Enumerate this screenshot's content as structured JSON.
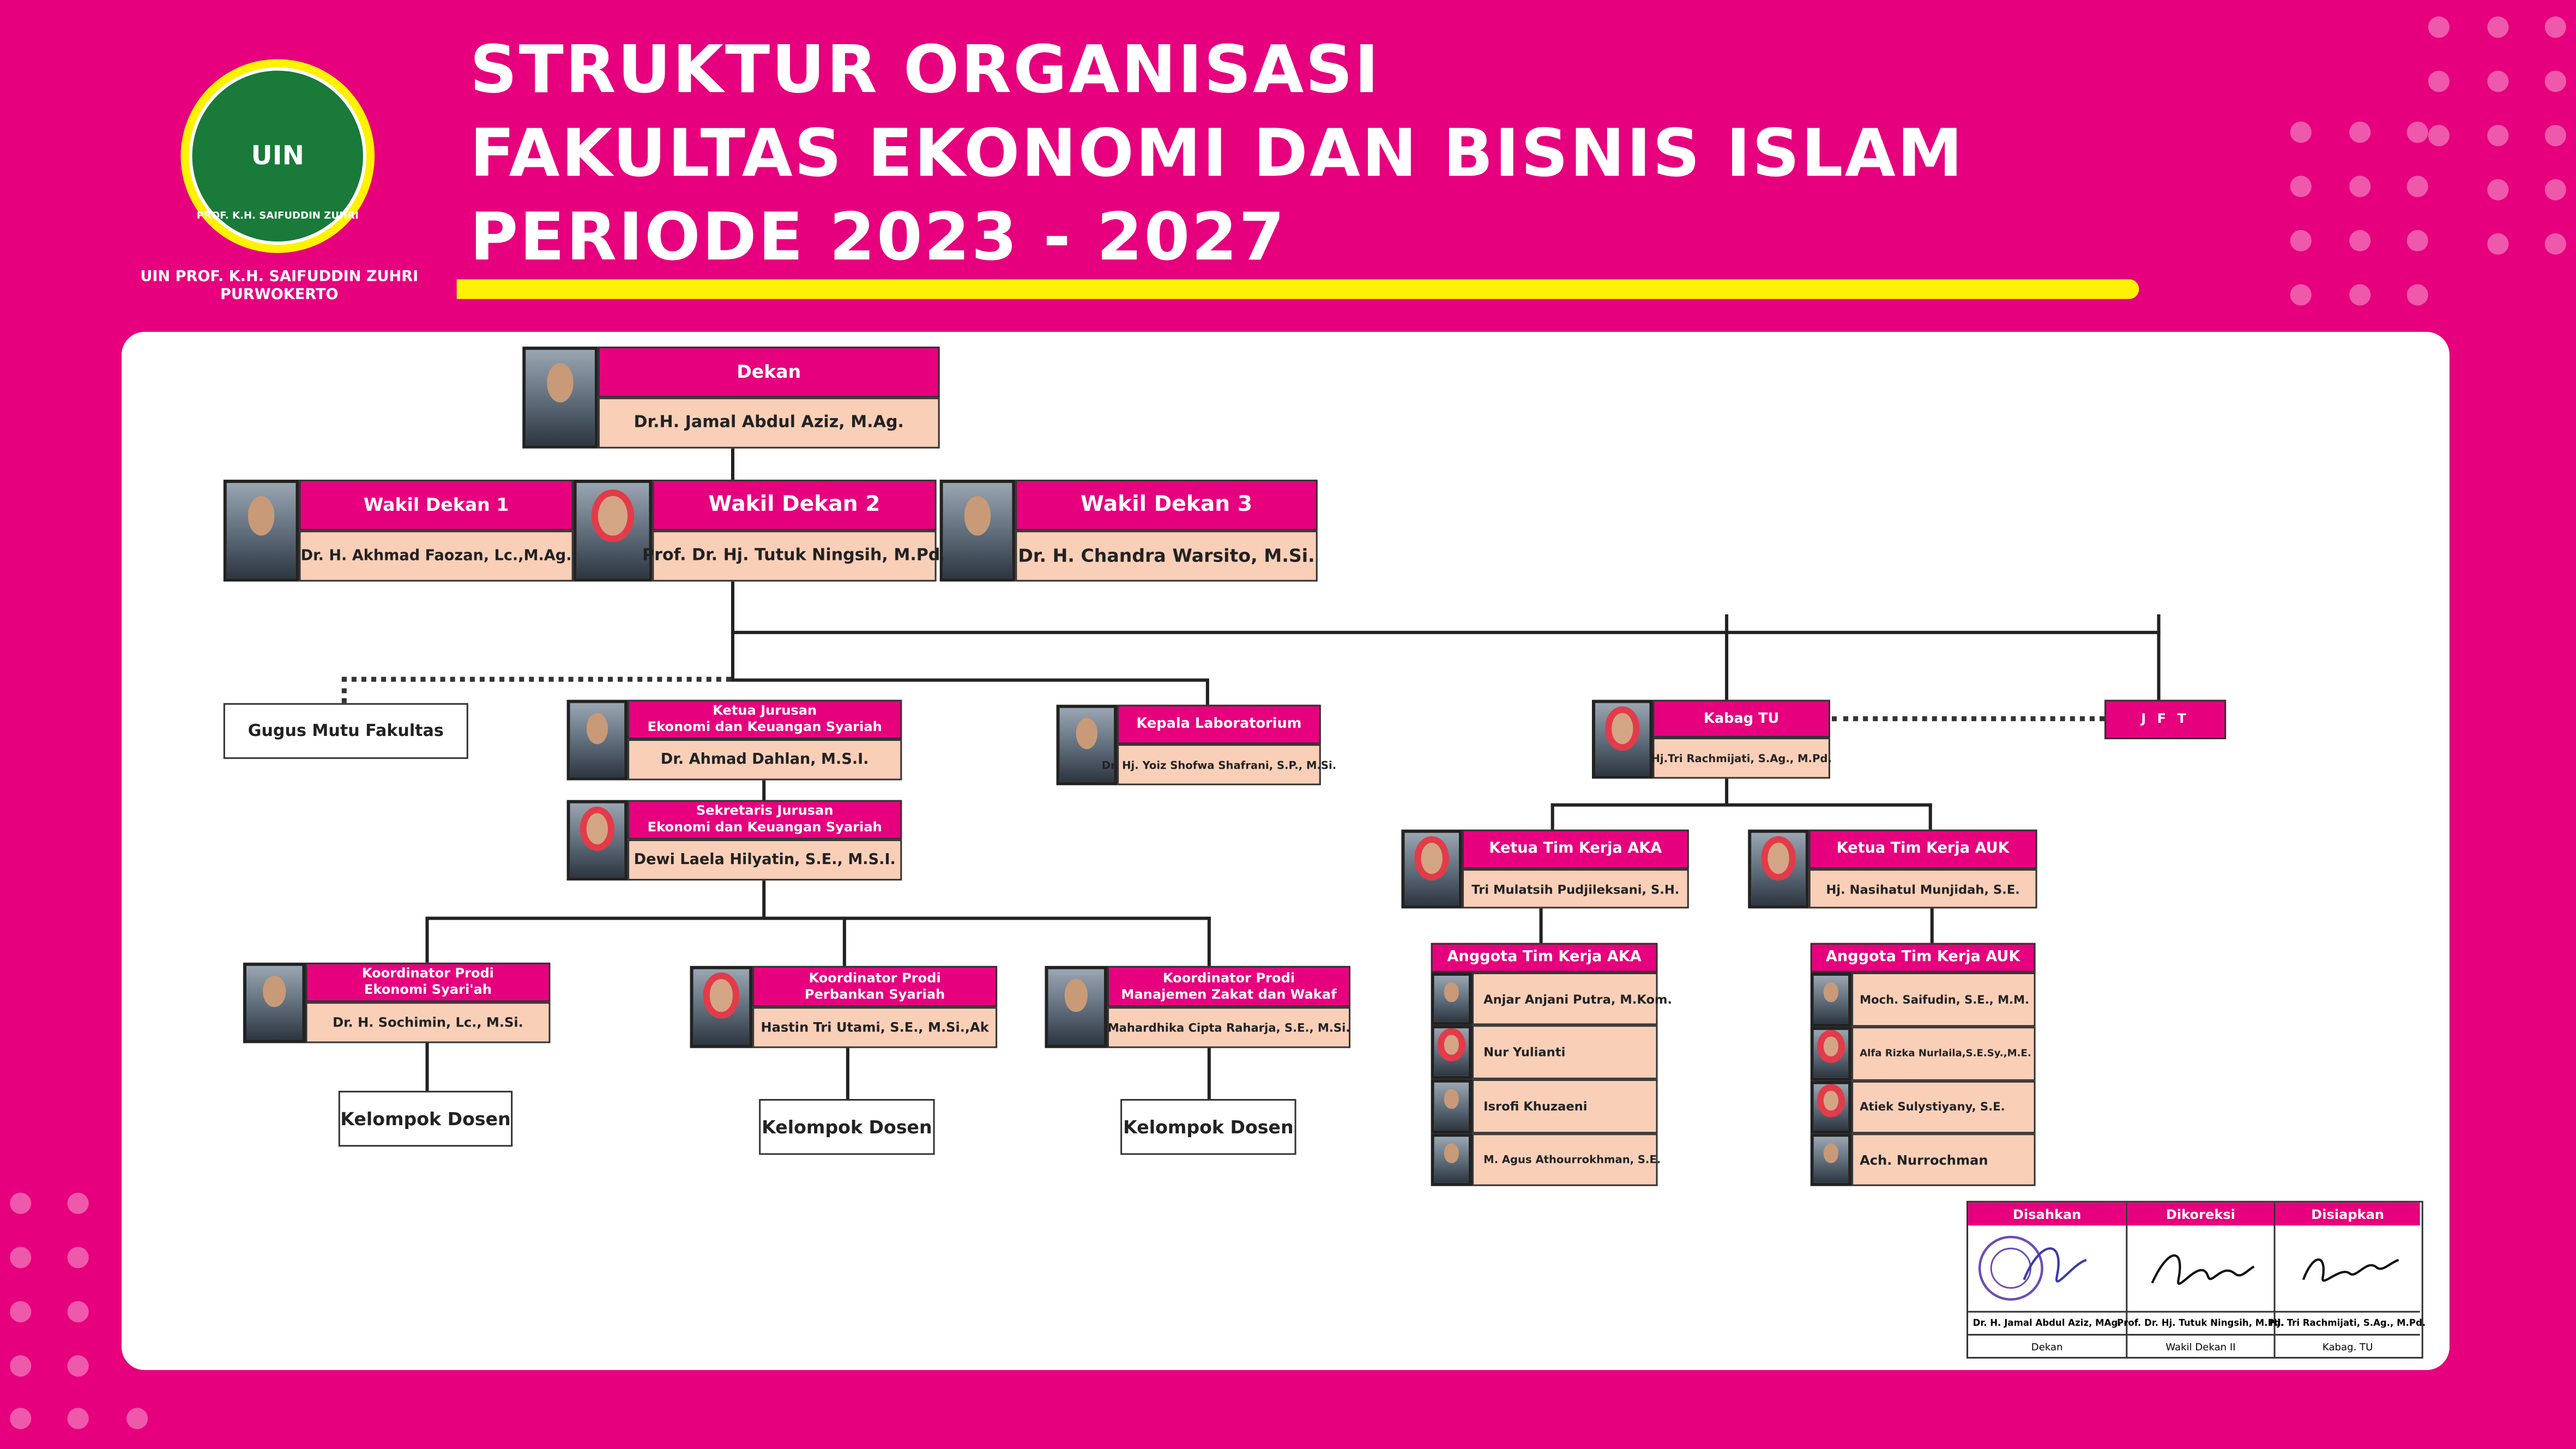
{
  "header": {
    "university_line1": "UIN PROF. K.H. SAIFUDDIN ZUHRI",
    "university_line2": "PURWOKERTO",
    "logo_text": "UIN",
    "logo_ring_text": "PROF. K.H. SAIFUDDIN ZUHRI",
    "title_line1": "STRUKTUR ORGANISASI",
    "title_line2": "FAKULTAS EKONOMI DAN BISNIS ISLAM",
    "title_line3": "PERIODE 2023 - 2027"
  },
  "org": {
    "dekan": {
      "position": "Dekan",
      "name": "Dr.H. Jamal Abdul Aziz, M.Ag."
    },
    "wd1": {
      "position": "Wakil Dekan 1",
      "name": "Dr. H. Akhmad Faozan, Lc.,M.Ag."
    },
    "wd2": {
      "position": "Wakil Dekan 2",
      "name": "Prof. Dr. Hj. Tutuk Ningsih, M.Pd."
    },
    "wd3": {
      "position": "Wakil Dekan 3",
      "name": "Dr. H. Chandra Warsito, M.Si."
    },
    "gugus": "Gugus Mutu Fakultas",
    "kajur": {
      "position_l1": "Ketua Jurusan",
      "position_l2": "Ekonomi dan Keuangan Syariah",
      "name": "Dr. Ahmad Dahlan, M.S.I."
    },
    "sekjur": {
      "position_l1": "Sekretaris Jurusan",
      "position_l2": "Ekonomi dan Keuangan Syariah",
      "name": "Dewi Laela Hilyatin, S.E., M.S.I."
    },
    "kalab": {
      "position": "Kepala Laboratorium",
      "name": "Dr. Hj. Yoiz Shofwa Shafrani, S.P., M.Si."
    },
    "kabag": {
      "position": "Kabag TU",
      "name": "Hj.Tri Rachmijati, S.Ag., M.Pd."
    },
    "jft": "J F T",
    "kp1": {
      "position_l1": "Koordinator Prodi",
      "position_l2": "Ekonomi Syari'ah",
      "name": "Dr. H. Sochimin, Lc., M.Si."
    },
    "kp2": {
      "position_l1": "Koordinator Prodi",
      "position_l2": "Perbankan Syariah",
      "name": "Hastin Tri Utami, S.E., M.Si.,Ak"
    },
    "kp3": {
      "position_l1": "Koordinator Prodi",
      "position_l2": "Manajemen Zakat dan Wakaf",
      "name": "Mahardhika Cipta Raharja, S.E., M.Si."
    },
    "kelompok_dosen": "Kelompok Dosen",
    "aka_lead": {
      "position": "Ketua Tim Kerja AKA",
      "name": "Tri Mulatsih Pudjileksani, S.H."
    },
    "auk_lead": {
      "position": "Ketua Tim Kerja AUK",
      "name": "Hj. Nasihatul Munjidah, S.E."
    },
    "aka_members_title": "Anggota Tim Kerja AKA",
    "aka_members": [
      "Anjar Anjani Putra, M.Kom.",
      "Nur Yulianti",
      "Isrofi Khuzaeni",
      "M. Agus Athourrokhman, S.E."
    ],
    "auk_members_title": "Anggota Tim Kerja AUK",
    "auk_members": [
      "Moch. Saifudin, S.E., M.M.",
      "Alfa Rizka Nurlaila,S.E.Sy.,M.E.",
      "Atiek Sulystiyany, S.E.",
      "Ach. Nurrochman"
    ]
  },
  "signatures": [
    {
      "head": "Disahkan",
      "name": "Dr. H. Jamal Abdul Aziz, MAg.",
      "role": "Dekan"
    },
    {
      "head": "Dikoreksi",
      "name": "Prof. Dr. Hj. Tutuk Ningsih, M.Pd.",
      "role": "Wakil Dekan II"
    },
    {
      "head": "Disiapkan",
      "name": "Hj. Tri Rachmijati, S.Ag., M.Pd.",
      "role": "Kabag. TU"
    }
  ],
  "colors": {
    "primary": "#e6007e",
    "accent": "#fff200",
    "name_fill": "#f9cfb8",
    "logo_green": "#1a7a3a"
  }
}
